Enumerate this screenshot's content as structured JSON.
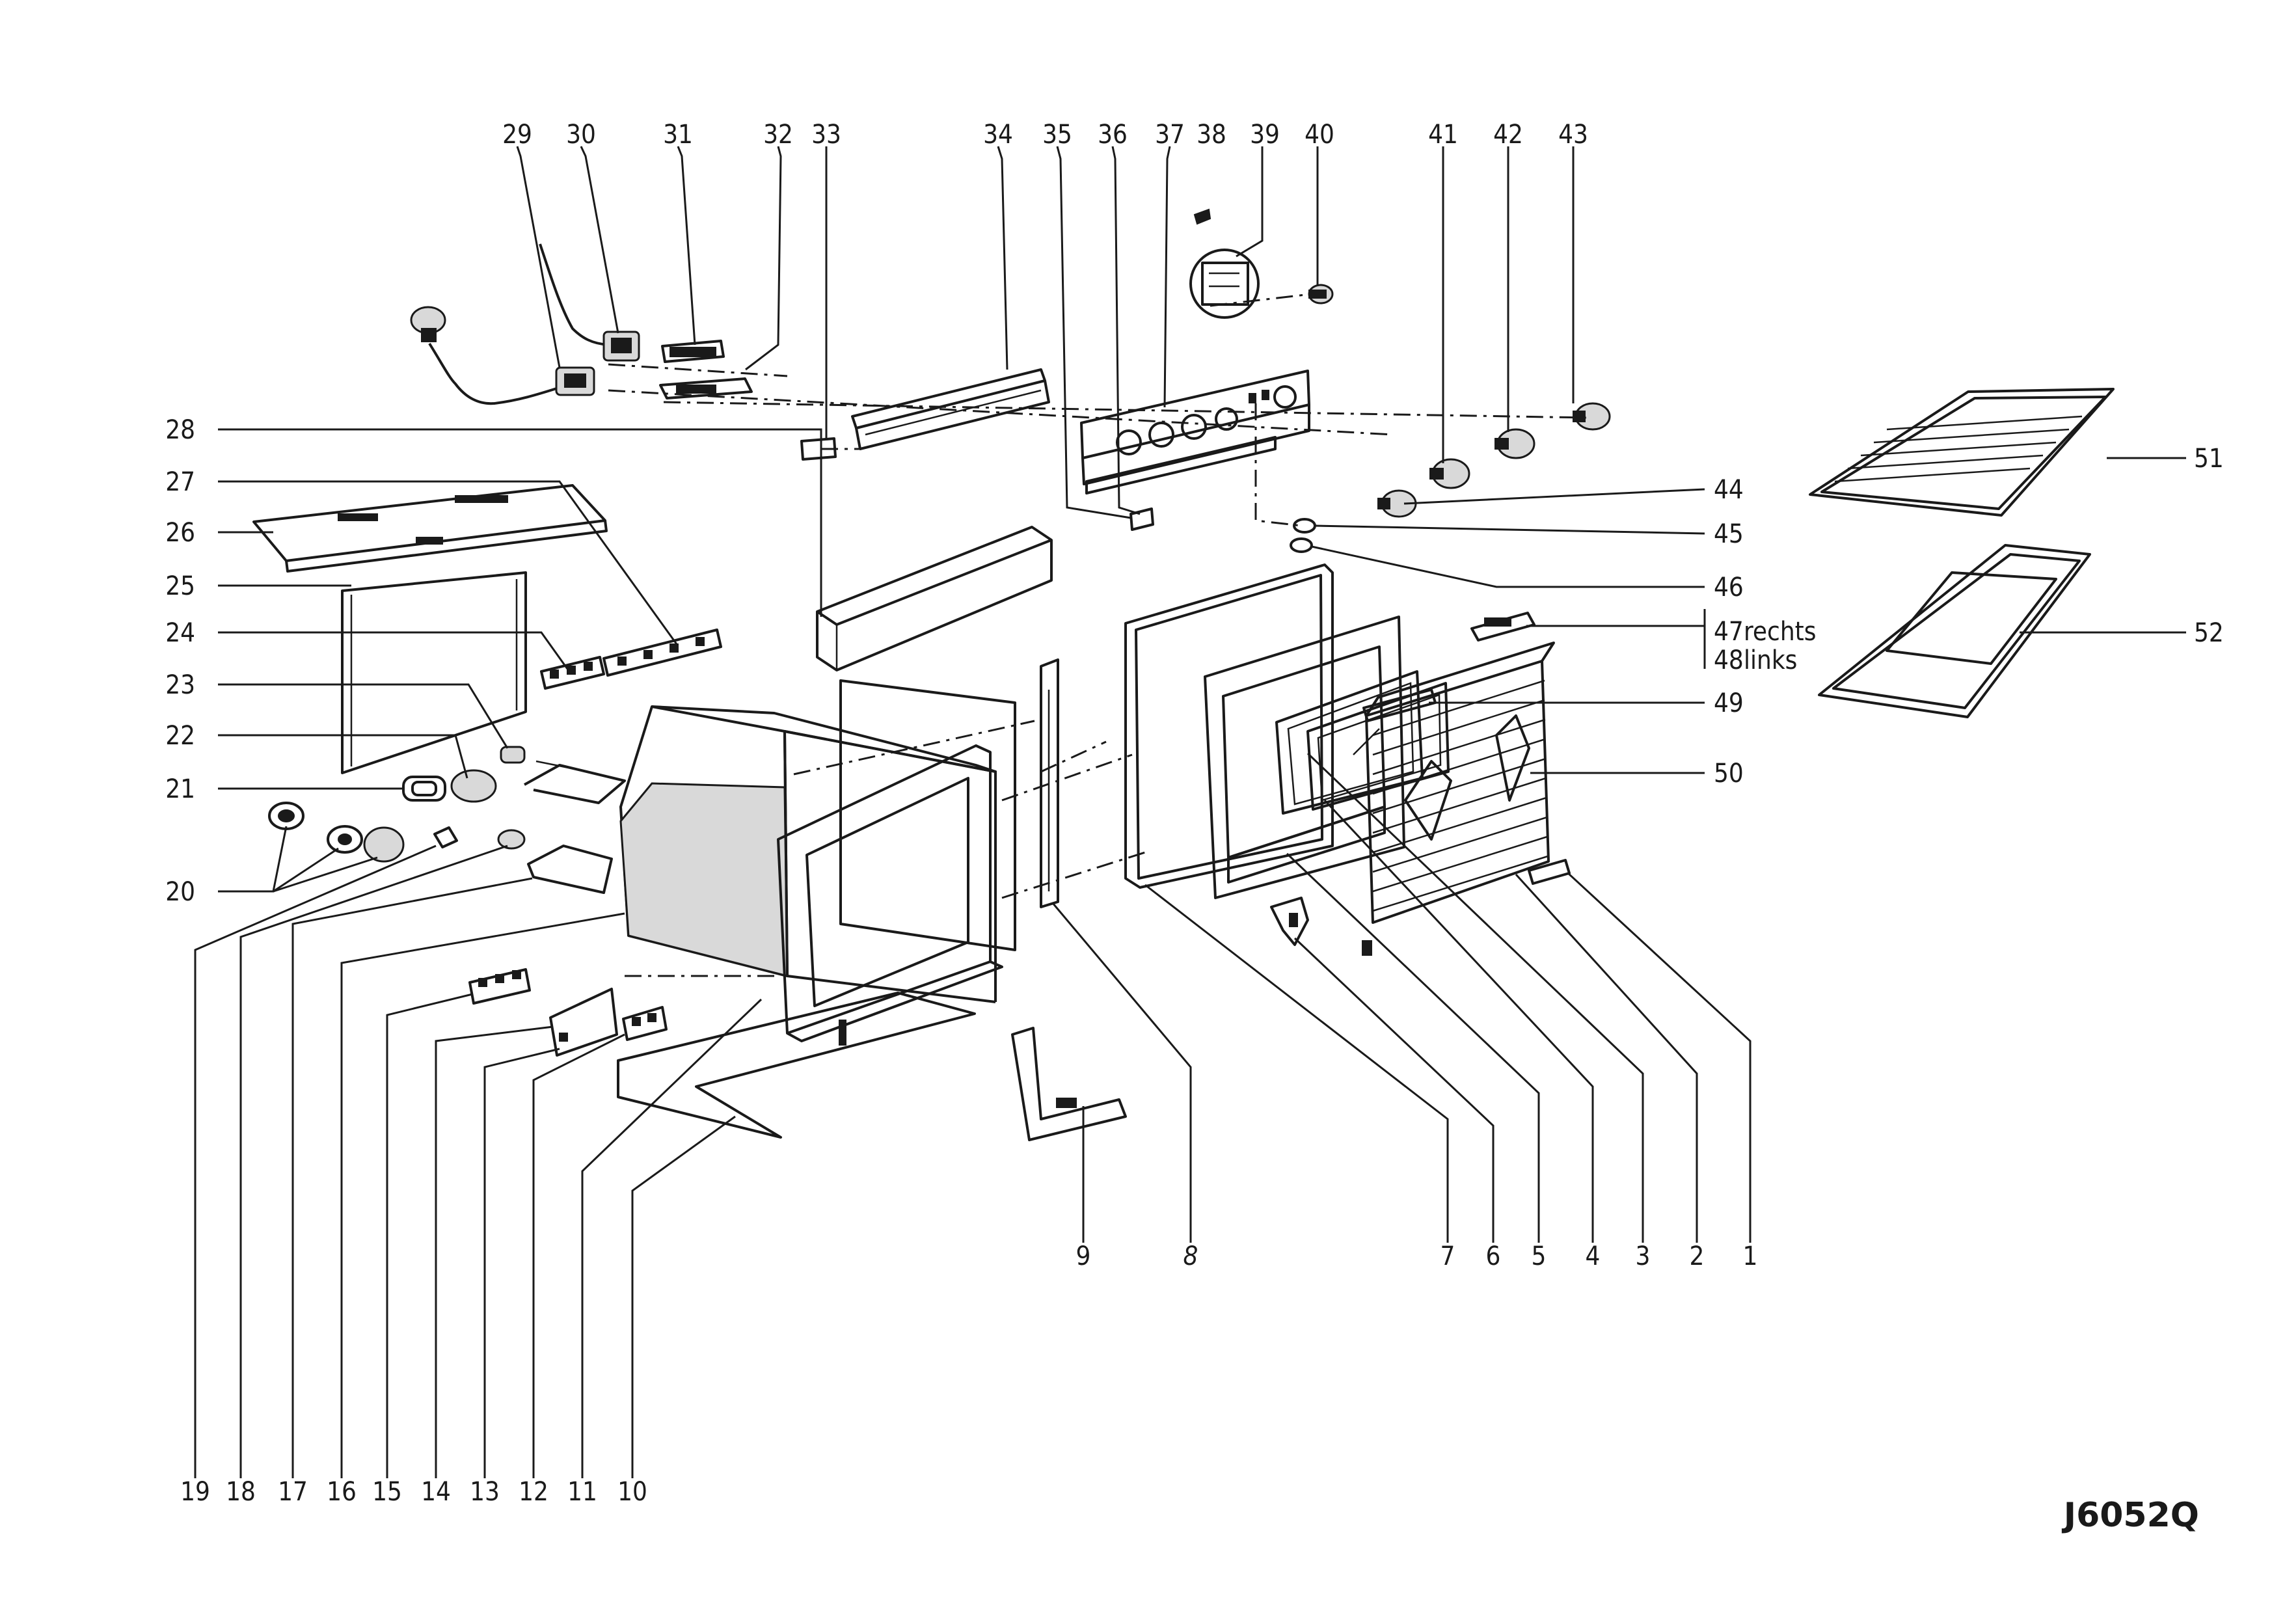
{
  "drawing_code": "J6052Q",
  "parts": {
    "p1": "1",
    "p2": "2",
    "p3": "3",
    "p4": "4",
    "p5": "5",
    "p6": "6",
    "p7": "7",
    "p8": "8",
    "p9": "9",
    "p10": "10",
    "p11": "11",
    "p12": "12",
    "p13": "13",
    "p14": "14",
    "p15": "15",
    "p16": "16",
    "p17": "17",
    "p18": "18",
    "p19": "19",
    "p20": "20",
    "p21": "21",
    "p22": "22",
    "p23": "23",
    "p24": "24",
    "p25": "25",
    "p26": "26",
    "p27": "27",
    "p28": "28",
    "p29": "29",
    "p30": "30",
    "p31": "31",
    "p32": "32",
    "p33": "33",
    "p34": "34",
    "p35": "35",
    "p36": "36",
    "p37": "37",
    "p38": "38",
    "p39": "39",
    "p40": "40",
    "p41": "41",
    "p42": "42",
    "p43": "43",
    "p44": "44",
    "p45": "45",
    "p46": "46",
    "p47": "47",
    "p48": "48",
    "p49": "49",
    "p50": "50",
    "p51": "51",
    "p52": "52"
  },
  "variants": {
    "right": "rechts",
    "left": "links"
  }
}
